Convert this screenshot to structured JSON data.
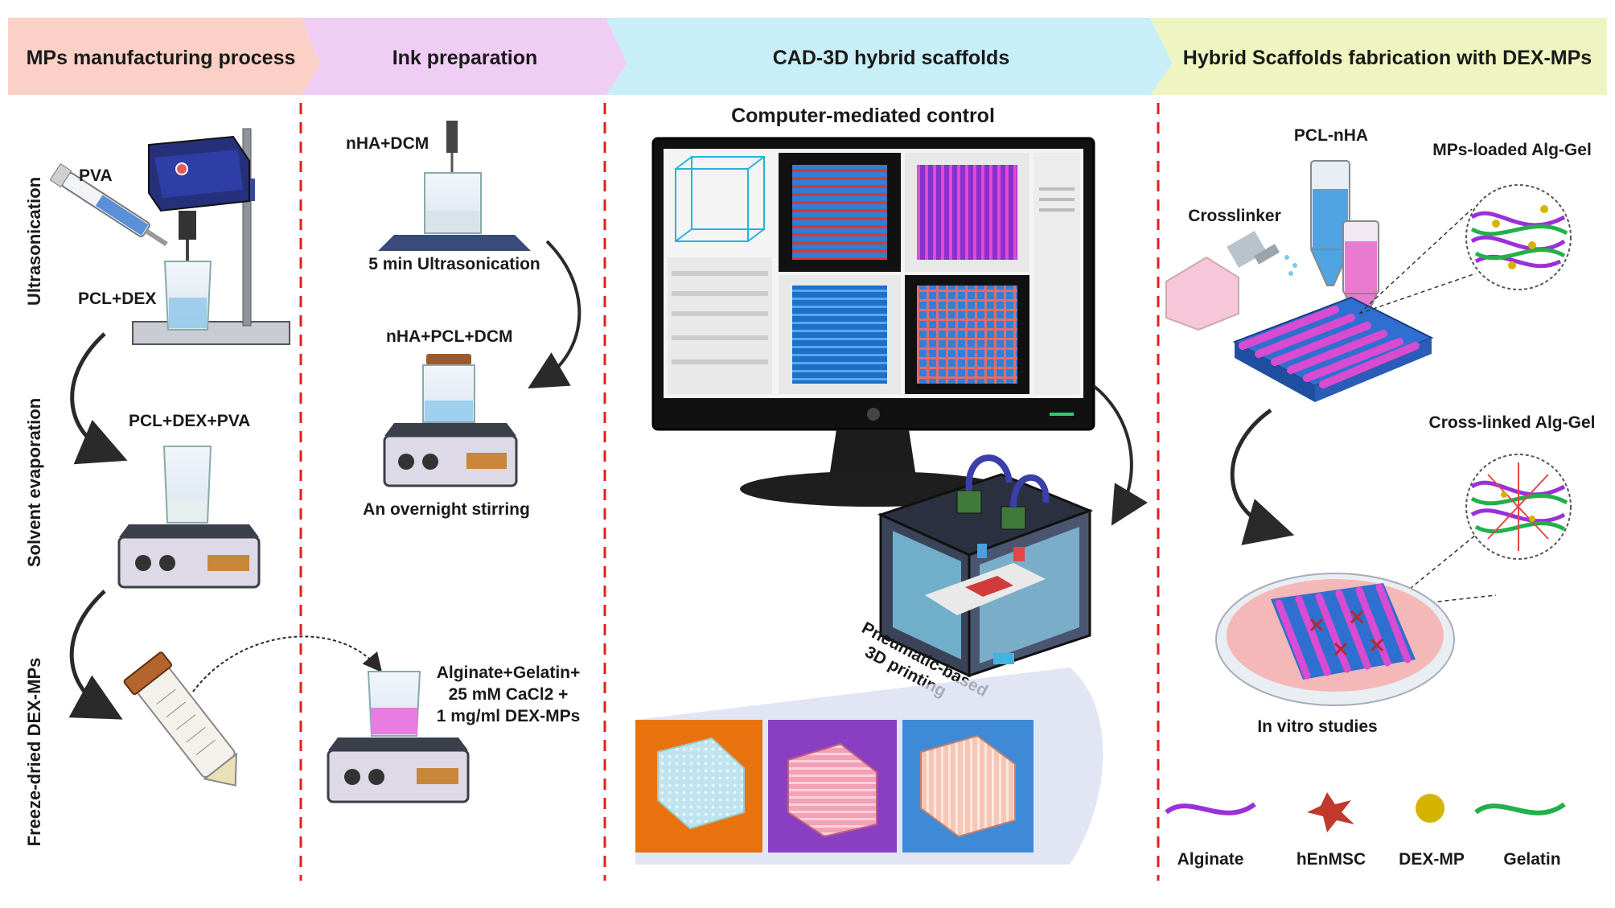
{
  "headers": [
    {
      "label": "MPs manufacturing process",
      "color": "#fbd1c7"
    },
    {
      "label": "Ink preparation",
      "color": "#f0cdf5"
    },
    {
      "label": "CAD-3D hybrid scaffolds",
      "color": "#c8eef8"
    },
    {
      "label": "Hybrid Scaffolds fabrication with DEX-MPs",
      "color": "#eef5c0"
    }
  ],
  "col1": {
    "step_ultrasonication": "Ultrasonication",
    "step_evaporation": "Solvent evaporation",
    "step_freeze": "Freeze-dried DEX-MPs",
    "pva": "PVA",
    "pcl_dex": "PCL+DEX",
    "pcl_dex_pva": "PCL+DEX+PVA"
  },
  "col2": {
    "nha_dcm": "nHA+DCM",
    "ultrasonication_5min": "5 min Ultrasonication",
    "nha_pcl_dcm": "nHA+PCL+DCM",
    "overnight": "An overnight stirring",
    "ink_line1": "Alginate+Gelatin+",
    "ink_line2": "25 mM CaCl2 +",
    "ink_line3": "1 mg/ml DEX-MPs"
  },
  "col3": {
    "computer_control": "Computer-mediated control",
    "printing_line1": "Pneumatic-based",
    "printing_line2": "3D printing"
  },
  "col4": {
    "pcl_nha": "PCL-nHA",
    "mps_loaded": "MPs-loaded Alg-Gel",
    "crosslinker": "Crosslinker",
    "crosslinked": "Cross-linked Alg-Gel",
    "in_vitro": "In vitro studies",
    "legend": [
      {
        "label": "Alginate",
        "color": "#9b30d9"
      },
      {
        "label": "hEnMSC",
        "color": "#c0392b"
      },
      {
        "label": "DEX-MP",
        "color": "#d4b400"
      },
      {
        "label": "Gelatin",
        "color": "#22b04a"
      }
    ]
  },
  "divider_color": "#e02020"
}
